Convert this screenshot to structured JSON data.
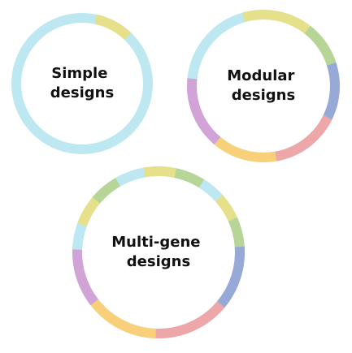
{
  "palette": {
    "light_blue": "#bde8f1",
    "yellow": "#e6e08a",
    "green": "#b6d596",
    "slate_blue": "#97a9d6",
    "coral": "#eea7a9",
    "orange": "#f8d07a",
    "lilac": "#d2a3d7"
  },
  "diagrams": [
    {
      "id": "simple",
      "label_lines": [
        "Simple",
        "designs"
      ],
      "segments": [
        {
          "color_key": "yellow",
          "start": 12,
          "end": 44
        }
      ]
    },
    {
      "id": "modular",
      "label_lines": [
        "Modular",
        "designs"
      ],
      "segments": [
        {
          "color_key": "yellow",
          "start": 344,
          "end": 38
        },
        {
          "color_key": "green",
          "start": 38,
          "end": 72
        },
        {
          "color_key": "slate_blue",
          "start": 72,
          "end": 116
        },
        {
          "color_key": "coral",
          "start": 116,
          "end": 170
        },
        {
          "color_key": "orange",
          "start": 170,
          "end": 220
        },
        {
          "color_key": "lilac",
          "start": 220,
          "end": 276
        },
        {
          "color_key": "light_blue",
          "start": 276,
          "end": 344
        }
      ]
    },
    {
      "id": "multigene",
      "label_lines": [
        "Multi-gene",
        "designs"
      ],
      "segments": [
        {
          "color_key": "light_blue",
          "start": 330,
          "end": 350
        },
        {
          "color_key": "yellow",
          "start": 350,
          "end": 12
        },
        {
          "color_key": "green",
          "start": 12,
          "end": 32
        },
        {
          "color_key": "light_blue",
          "start": 32,
          "end": 48
        },
        {
          "color_key": "yellow",
          "start": 48,
          "end": 66
        },
        {
          "color_key": "green",
          "start": 66,
          "end": 86
        },
        {
          "color_key": "slate_blue",
          "start": 86,
          "end": 130
        },
        {
          "color_key": "coral",
          "start": 130,
          "end": 182
        },
        {
          "color_key": "orange",
          "start": 182,
          "end": 232
        },
        {
          "color_key": "lilac",
          "start": 232,
          "end": 272
        },
        {
          "color_key": "light_blue",
          "start": 272,
          "end": 290
        },
        {
          "color_key": "yellow",
          "start": 290,
          "end": 310
        },
        {
          "color_key": "green",
          "start": 310,
          "end": 330
        }
      ]
    }
  ]
}
